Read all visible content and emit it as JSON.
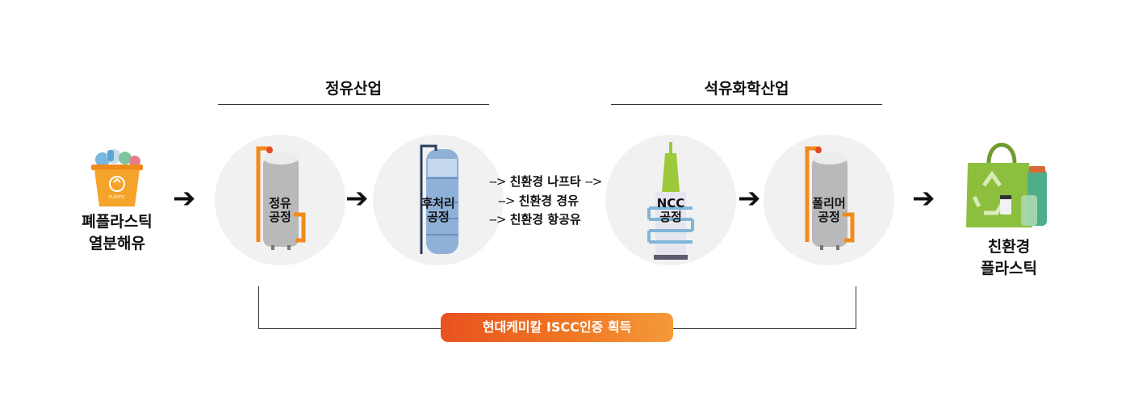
{
  "headers": {
    "refining": "정유산업",
    "petrochem": "석유화학산업"
  },
  "input": {
    "line1": "폐플라스틱",
    "line2": "열분해유"
  },
  "stages": [
    {
      "line1": "정유",
      "line2": "공정"
    },
    {
      "line1": "후처리",
      "line2": "공정"
    },
    {
      "line1": "NCC",
      "line2": "공정"
    },
    {
      "line1": "폴리머",
      "line2": "공정"
    }
  ],
  "products": [
    {
      "prefix": "-->",
      "label": "친환경 나프타",
      "suffix": "-->"
    },
    {
      "prefix": "-->",
      "label": "친환경 경유",
      "suffix": ""
    },
    {
      "prefix": "-->",
      "label": "친환경 항공유",
      "suffix": ""
    }
  ],
  "output": {
    "line1": "친환경",
    "line2": "플라스틱"
  },
  "arrow_glyph": "➔",
  "badge": {
    "label": "현대케미칼 ISCC인증 획득",
    "color_start": "#e8521f",
    "color_end": "#f59a3a"
  },
  "icons": {
    "input": "recycling-bin-icon",
    "stage1": "distillation-tower-icon",
    "stage2": "processing-column-icon",
    "stage3": "cracker-tower-icon",
    "stage4": "polymer-reactor-icon",
    "output": "eco-bag-icon"
  },
  "colors": {
    "pipe_orange": "#f28a1c",
    "tank_gray": "#b9b9bb",
    "column_blue": "#8fb1d8",
    "ncc_green": "#9cc93a",
    "bag_green": "#8dbf3e"
  }
}
